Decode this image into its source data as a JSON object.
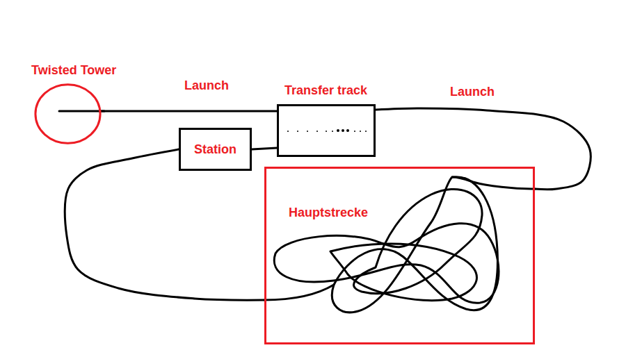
{
  "diagram": {
    "nodes": [
      {
        "text": [
          "Twisted Tower"
        ]
      },
      {
        "text": [
          "Transfer track"
        ]
      },
      {
        "text": [
          "Station"
        ]
      },
      {
        "text": [
          "Hauptstrecke"
        ]
      }
    ],
    "edges": [
      {
        "from": 0,
        "to": 1,
        "arrow": "none",
        "label": "Launch"
      },
      {
        "from": 1,
        "to": 3,
        "arrow": "none",
        "label": "Launch"
      },
      {
        "from": 2,
        "to": 1,
        "arrow": "none"
      },
      {
        "from": 2,
        "to": 3,
        "arrow": "none"
      }
    ]
  }
}
